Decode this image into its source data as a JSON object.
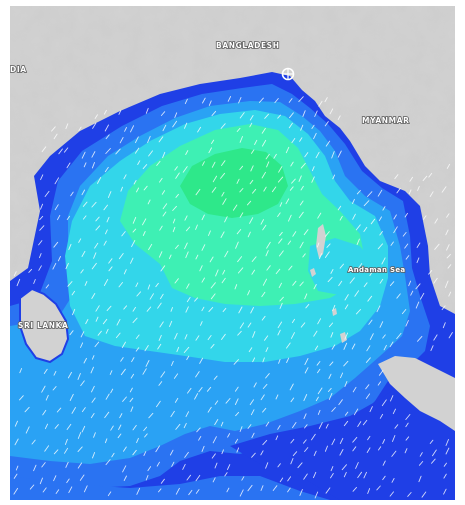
{
  "map": {
    "labels": {
      "india": "DIA",
      "bangladesh": "BANGLADESH",
      "myanmar": "MYANMAR",
      "andaman_sea": "Andaman Sea",
      "sri_lanka": "SRI LANKA"
    },
    "marker": {
      "icon": "crosshair-location-marker-icon"
    },
    "colors": {
      "land": "#d2d2d2",
      "deep_blue": "#1f3fe6",
      "blue": "#2a73f2",
      "light_blue": "#2aa2f4",
      "cyan": "#33d6ea",
      "aqua_green": "#3ef0b4",
      "green": "#2ee88a",
      "arrows": "#ffffff"
    }
  }
}
